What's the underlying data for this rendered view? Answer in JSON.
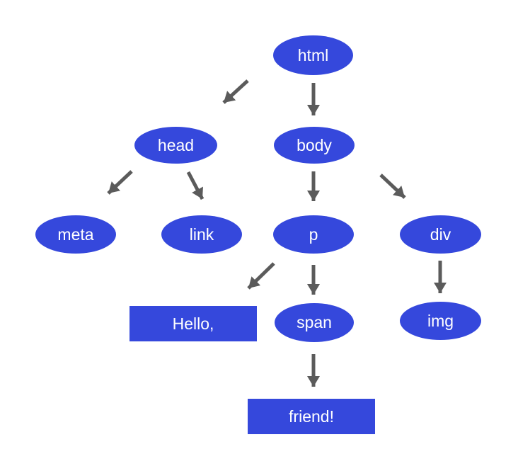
{
  "diagram": {
    "type": "tree",
    "description": "DOM tree of an HTML document",
    "nodes": [
      {
        "id": "html",
        "label": "html",
        "shape": "ellipse"
      },
      {
        "id": "head",
        "label": "head",
        "shape": "ellipse"
      },
      {
        "id": "body",
        "label": "body",
        "shape": "ellipse"
      },
      {
        "id": "meta",
        "label": "meta",
        "shape": "ellipse"
      },
      {
        "id": "link",
        "label": "link",
        "shape": "ellipse"
      },
      {
        "id": "p",
        "label": "p",
        "shape": "ellipse"
      },
      {
        "id": "div",
        "label": "div",
        "shape": "ellipse"
      },
      {
        "id": "hello",
        "label": "Hello,",
        "shape": "rect"
      },
      {
        "id": "span",
        "label": "span",
        "shape": "ellipse"
      },
      {
        "id": "img",
        "label": "img",
        "shape": "ellipse"
      },
      {
        "id": "friend",
        "label": "friend!",
        "shape": "rect"
      }
    ],
    "edges": [
      {
        "from": "html",
        "to": "head"
      },
      {
        "from": "html",
        "to": "body"
      },
      {
        "from": "head",
        "to": "meta"
      },
      {
        "from": "head",
        "to": "link"
      },
      {
        "from": "body",
        "to": "p"
      },
      {
        "from": "body",
        "to": "div"
      },
      {
        "from": "p",
        "to": "hello"
      },
      {
        "from": "p",
        "to": "span"
      },
      {
        "from": "div",
        "to": "img"
      },
      {
        "from": "span",
        "to": "friend"
      }
    ],
    "colors": {
      "node_fill": "#3548dc",
      "node_text": "#ffffff",
      "arrow": "#5b5b5b",
      "background": "#ffffff"
    }
  }
}
